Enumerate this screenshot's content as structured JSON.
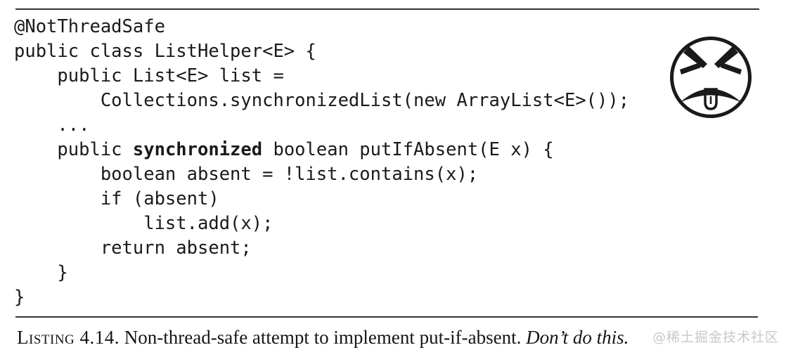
{
  "colors": {
    "background": "#ffffff",
    "code_text": "#1a1a1a",
    "rule": "#333333",
    "caption_text": "#151515",
    "watermark": "#c8c8c8",
    "icon_stroke": "#1a1a1a"
  },
  "code": {
    "lines": [
      {
        "segments": [
          {
            "text": "@NotThreadSafe",
            "bold": false
          }
        ]
      },
      {
        "segments": [
          {
            "text": "public class ListHelper<E> {",
            "bold": false
          }
        ]
      },
      {
        "segments": [
          {
            "text": "    public List<E> list =",
            "bold": false
          }
        ]
      },
      {
        "segments": [
          {
            "text": "        Collections.synchronizedList(new ArrayList<E>());",
            "bold": false
          }
        ]
      },
      {
        "segments": [
          {
            "text": "    ...",
            "bold": false
          }
        ]
      },
      {
        "segments": [
          {
            "text": "    public ",
            "bold": false
          },
          {
            "text": "synchronized",
            "bold": true
          },
          {
            "text": " boolean putIfAbsent(E x) {",
            "bold": false
          }
        ]
      },
      {
        "segments": [
          {
            "text": "        boolean absent = !list.contains(x);",
            "bold": false
          }
        ]
      },
      {
        "segments": [
          {
            "text": "        if (absent)",
            "bold": false
          }
        ]
      },
      {
        "segments": [
          {
            "text": "            list.add(x);",
            "bold": false
          }
        ]
      },
      {
        "segments": [
          {
            "text": "        return absent;",
            "bold": false
          }
        ]
      },
      {
        "segments": [
          {
            "text": "    }",
            "bold": false
          }
        ]
      },
      {
        "segments": [
          {
            "text": "}",
            "bold": false
          }
        ]
      }
    ]
  },
  "caption": {
    "label": "Listing 4.14.",
    "body": " Non-thread-safe attempt to implement put-if-absent. ",
    "emphasis": "Don’t do this."
  },
  "icon": {
    "name": "dont-do-this-face-icon"
  },
  "watermark": {
    "text": "@稀土掘金技术社区"
  }
}
